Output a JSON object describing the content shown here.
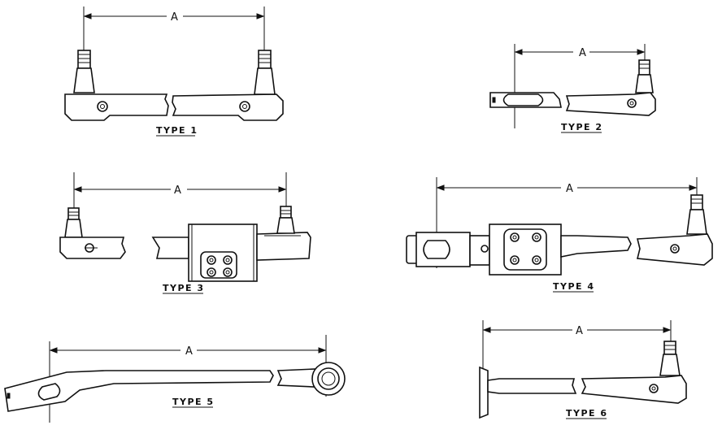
{
  "dimension_label": "A",
  "types": [
    {
      "label": "TYPE 1"
    },
    {
      "label": "TYPE 2"
    },
    {
      "label": "TYPE 3"
    },
    {
      "label": "TYPE 4"
    },
    {
      "label": "TYPE 5"
    },
    {
      "label": "TYPE 6"
    }
  ]
}
